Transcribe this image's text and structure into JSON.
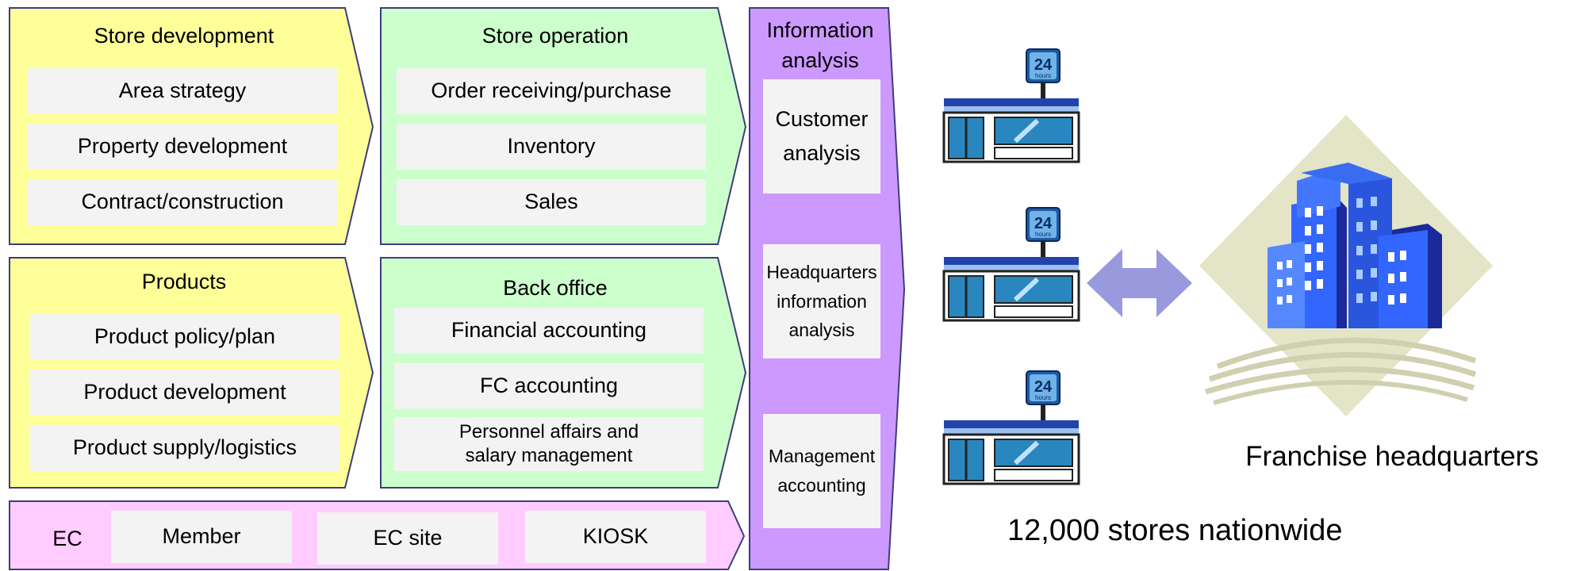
{
  "store_development": {
    "title": "Store development",
    "items": [
      "Area strategy",
      "Property development",
      "Contract/construction"
    ]
  },
  "store_operation": {
    "title": "Store operation",
    "items": [
      "Order receiving/purchase",
      "Inventory",
      "Sales"
    ]
  },
  "products": {
    "title": "Products",
    "items": [
      "Product policy/plan",
      "Product development",
      "Product supply/logistics"
    ]
  },
  "back_office": {
    "title": "Back office",
    "items": [
      "Financial accounting",
      "FC accounting",
      "Personnel affairs and salary management"
    ]
  },
  "ec": {
    "label": "EC",
    "items": [
      "Member",
      "EC site",
      "KIOSK"
    ]
  },
  "information_analysis": {
    "title": "Information analysis",
    "items": [
      "Customer analysis",
      "Headquarters information analysis",
      "Management accounting"
    ]
  },
  "stores_label": "12,000 stores nationwide",
  "headquarters_label": "Franchise headquarters",
  "store_sign_text": "24",
  "store_sign_subtext": "hours",
  "colors": {
    "yellow": "#ffff99",
    "green": "#ccffcc",
    "pink": "#ffccff",
    "purple": "#cc99ff",
    "outline": "#3d3d7a",
    "arrow": "#9999dd",
    "building_blue": "#3366ff"
  }
}
